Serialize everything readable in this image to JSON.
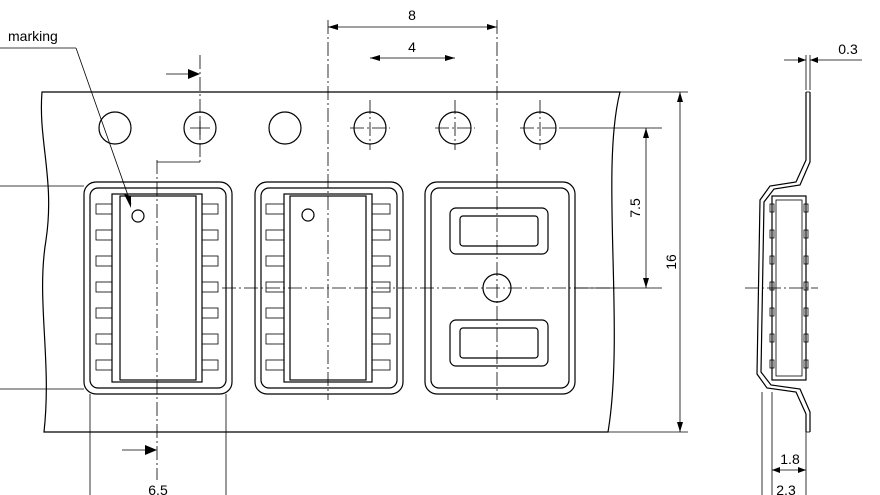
{
  "annotation": {
    "marking": "marking"
  },
  "dimensions": {
    "pitch": "8",
    "hole_pitch": "4",
    "tape_thickness": "0.3",
    "pocket_offset": "7.5",
    "tape_width": "16",
    "pocket_width": "6.5",
    "depth_inner": "1.8",
    "depth_outer": "2.3"
  }
}
